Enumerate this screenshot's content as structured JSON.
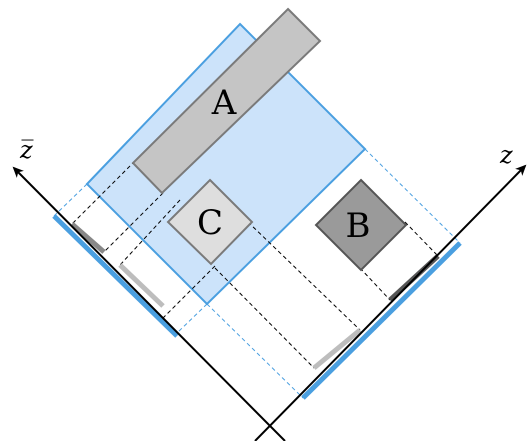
{
  "labels": {
    "rect_a": "A",
    "rect_b": "B",
    "rect_c": "C",
    "axis_left": "z̅",
    "axis_right": "z"
  },
  "colors": {
    "region_fill": "#cce3fa",
    "region_stroke": "#4a9fe0",
    "rect_a_fill": "#c5c5c5",
    "rect_b_fill": "#9a9a9a",
    "rect_c_fill": "#dedede",
    "rect_stroke": "#7a7a7a",
    "projection_blue": "#4a9fe0",
    "projection_gray": "#888888",
    "axis": "#000000"
  }
}
